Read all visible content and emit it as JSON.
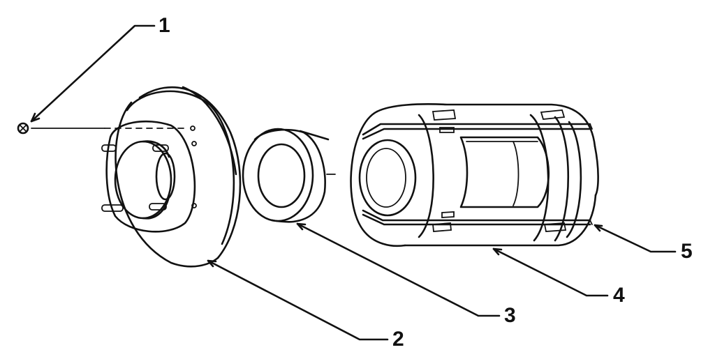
{
  "labels": {
    "part_1": "1",
    "part_2": "2",
    "part_3": "3",
    "part_4": "4",
    "part_5": "5"
  },
  "colors": {
    "ink": "#111111",
    "paper": "#ffffff"
  }
}
